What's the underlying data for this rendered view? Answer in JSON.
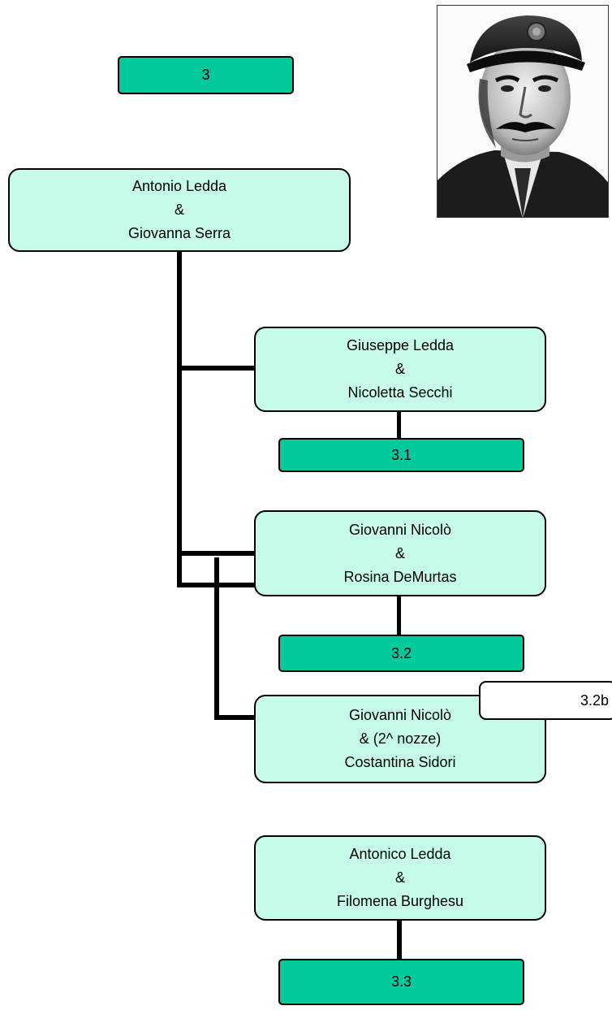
{
  "header_code": "3",
  "root": {
    "line1": "Antonio Ledda",
    "amp": "&",
    "line2": "Giovanna Serra"
  },
  "children": [
    {
      "line1": "Giuseppe Ledda",
      "amp": "&",
      "line2": "Nicoletta Secchi",
      "code": "3.1"
    },
    {
      "line1": "Giovanni Nicolò",
      "amp": "&",
      "line2": "Rosina DeMurtas",
      "code": "3.2"
    },
    {
      "line1": "Giovanni Nicolò",
      "amp": "& (2^ nozze)",
      "line2": "Costantina Sidori",
      "tag": "3.2b"
    },
    {
      "line1": "Antonico Ledda",
      "amp": "&",
      "line2": "Filomena Burghesu",
      "code": "3.3"
    }
  ],
  "colors": {
    "code_fill": "#00c99b",
    "box_fill": "#c6fbe9",
    "line": "#000000"
  },
  "photo": {
    "subject": "portrait-photo"
  }
}
